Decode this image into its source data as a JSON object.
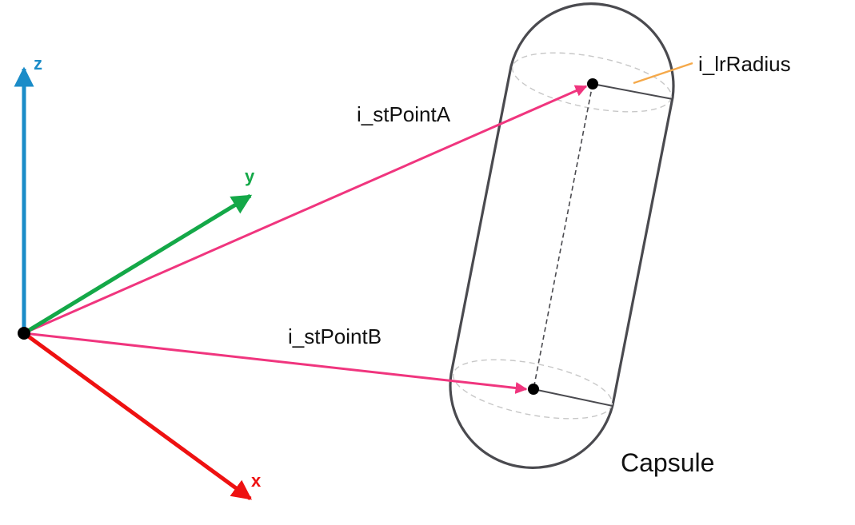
{
  "axes": {
    "x": {
      "label": "x",
      "color": "#ee1111"
    },
    "y": {
      "label": "y",
      "color": "#14a848"
    },
    "z": {
      "label": "z",
      "color": "#1b8cc8"
    }
  },
  "vectors": {
    "point_a": {
      "label": "i_stPointA",
      "color": "#f0357e"
    },
    "point_b": {
      "label": "i_stPointB",
      "color": "#f0357e"
    }
  },
  "capsule": {
    "label": "Capsule",
    "radius_label": "i_lrRadius",
    "outline_color": "#4a4a4f",
    "leader_color": "#f5a94a"
  }
}
